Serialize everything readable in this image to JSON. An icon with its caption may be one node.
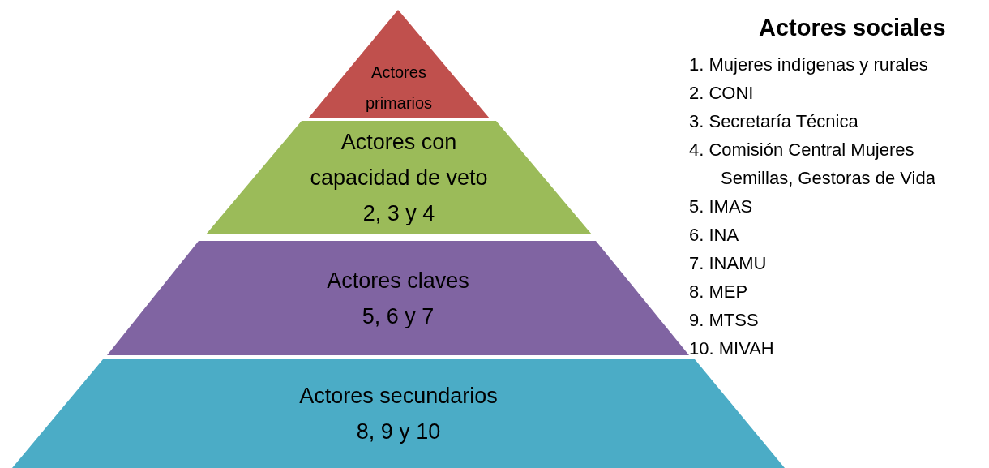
{
  "diagram": {
    "title": "Actores sociales",
    "nodes": [
      {
        "text": [
          "Actores primarios"
        ]
      },
      {
        "text": [
          "Actores con capacidad de veto",
          "2, 3 y 4"
        ]
      },
      {
        "text": [
          "Actores claves",
          "5, 6 y 7"
        ]
      },
      {
        "text": [
          "Actores secundarios",
          "8, 9 y 10"
        ]
      }
    ],
    "labels": [
      "1. Mujeres indígenas y rurales",
      "2. CONI",
      "3. Secretaría Técnica",
      "4. Comisión Central Mujeres Semillas, Gestoras de Vida",
      "5. IMAS",
      "6. INA",
      "7. INAMU",
      "8. MEP",
      "9. MTSS",
      "10. MIVAH"
    ]
  }
}
